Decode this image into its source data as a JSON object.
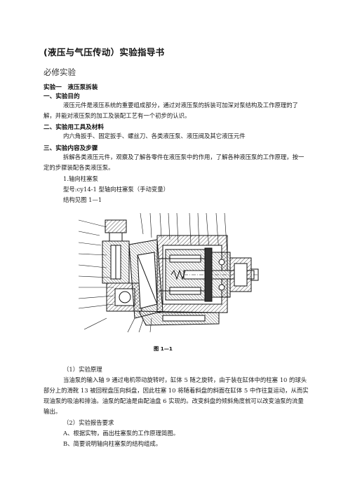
{
  "doc": {
    "title": "(液压与气压传动）实验指导书",
    "subtitle": "必修实验",
    "experiment_title": "实验一　液压泵拆装",
    "s1_heading": "一、实验目的",
    "s1_para": "液压元件是液压系统的重要组成部分，通过对液压泵的拆装可加深对泵结构及工作原理的了解，并能对液压泵的加工及装配工艺有一个初步的认识。",
    "s2_heading": "二、实验用工具及材料",
    "s2_line": "内六角扳手、固定扳手、螺丝刀、各类液压泵、液压阀及其它液压元件",
    "s3_heading": "三、实验内容及步骤",
    "s3_para": "拆解各类液压元件，观察及了解各零件在液压泵中的作用，了解各种液压泵的工作原理，按一定的步骤装配各类液压泵。",
    "item1": "1.轴向柱塞泵",
    "model": "型号:cy14-1 型轴向柱塞泵（手动变量）",
    "structure": "结构见图 1—1",
    "figure_caption": "图 1—1",
    "p1_heading": "（1）实验原理",
    "p1_para": "当油泵的输入轴 9 通过电机带动旋转时，缸体 5 随之旋转，由于装在缸体中的柱塞 10 的球头部分上的滑靴 13 被回程盘压向斜盘，因此柱塞 10 将随着斜盘的斜面在缸体 5 中作往复运动，从而实现油泵的吸油和排油。油泵的配油是由配油盘 6 实现的。改变斜盘的倾斜角度就可以改变油泵的流量输出。",
    "p2_heading": "（2）实验报告要求",
    "req_a": "A、根据实物，画出柱塞泵的工作原理简图。",
    "req_b": "B、简要说明轴向柱塞泵的结构组成。"
  }
}
